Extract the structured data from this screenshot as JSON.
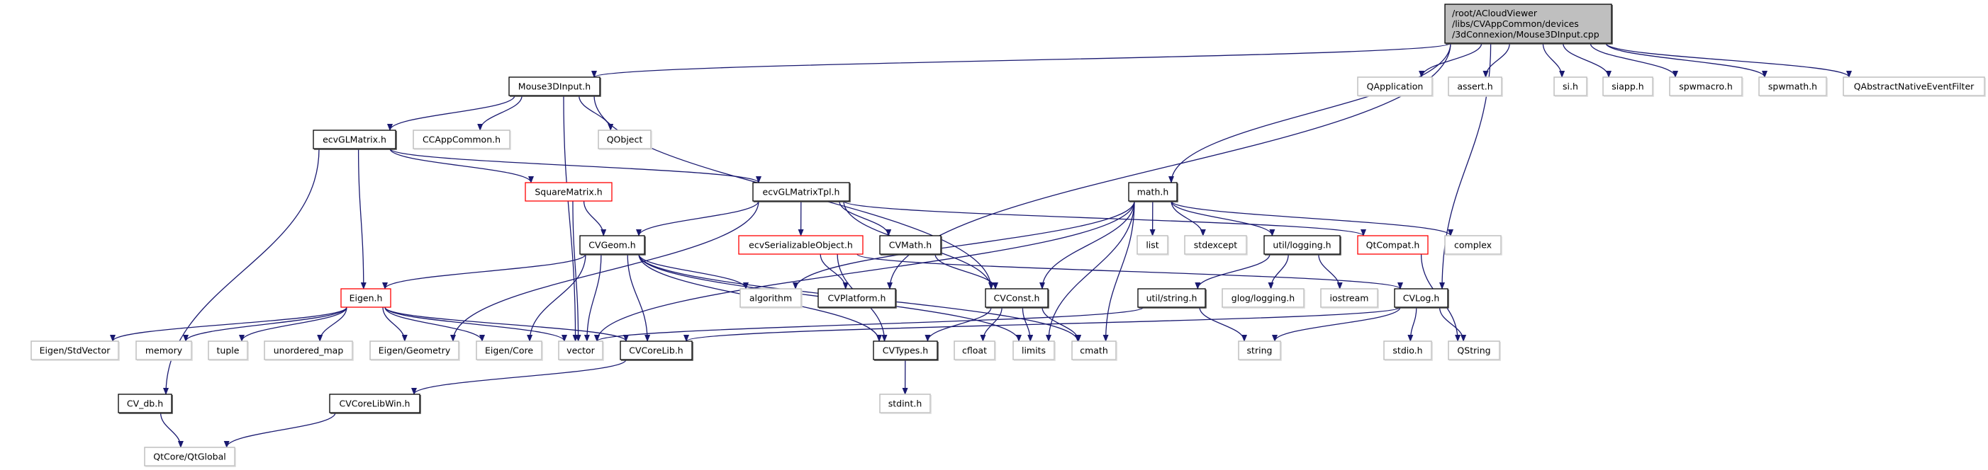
{
  "colors": {
    "edge": "#191970",
    "main_fill": "#bfbfbf",
    "file_border": "#000000",
    "external_border": "#bfbfbf",
    "incomplete_border": "#ff0000"
  },
  "nodes": {
    "main": {
      "lines": [
        "/root/ACloudViewer",
        "/libs/CVAppCommon/devices",
        "/3dConnexion/Mouse3DInput.cpp"
      ],
      "kind": "main"
    },
    "mouse3dinput_h": {
      "label": "Mouse3DInput.h",
      "kind": "file"
    },
    "qapplication": {
      "label": "QApplication",
      "kind": "external"
    },
    "assert_h": {
      "label": "assert.h",
      "kind": "external"
    },
    "si_h": {
      "label": "si.h",
      "kind": "external"
    },
    "siapp_h": {
      "label": "siapp.h",
      "kind": "external"
    },
    "spwmacro_h": {
      "label": "spwmacro.h",
      "kind": "external"
    },
    "spwmath_h": {
      "label": "spwmath.h",
      "kind": "external"
    },
    "qabstractnativeeventfilter": {
      "label": "QAbstractNativeEventFilter",
      "kind": "external"
    },
    "ecvglmatrix_h": {
      "label": "ecvGLMatrix.h",
      "kind": "file"
    },
    "ccappcommon_h": {
      "label": "CCAppCommon.h",
      "kind": "external"
    },
    "qobject": {
      "label": "QObject",
      "kind": "external"
    },
    "squarematrix_h": {
      "label": "SquareMatrix.h",
      "kind": "incomplete"
    },
    "ecvglmatrixtpl_h": {
      "label": "ecvGLMatrixTpl.h",
      "kind": "file"
    },
    "math_h": {
      "label": "math.h",
      "kind": "file"
    },
    "cvgeom_h": {
      "label": "CVGeom.h",
      "kind": "file"
    },
    "ecvserializableobject_h": {
      "label": "ecvSerializableObject.h",
      "kind": "incomplete"
    },
    "cvmath_h": {
      "label": "CVMath.h",
      "kind": "file"
    },
    "list": {
      "label": "list",
      "kind": "external"
    },
    "stdexcept": {
      "label": "stdexcept",
      "kind": "external"
    },
    "util_logging_h": {
      "label": "util/logging.h",
      "kind": "file"
    },
    "qtcompat_h": {
      "label": "QtCompat.h",
      "kind": "incomplete"
    },
    "complex": {
      "label": "complex",
      "kind": "external"
    },
    "eigen_h": {
      "label": "Eigen.h",
      "kind": "incomplete"
    },
    "algorithm": {
      "label": "algorithm",
      "kind": "external"
    },
    "cvplatform_h": {
      "label": "CVPlatform.h",
      "kind": "file"
    },
    "cvconst_h": {
      "label": "CVConst.h",
      "kind": "file"
    },
    "util_string_h": {
      "label": "util/string.h",
      "kind": "file"
    },
    "glog_logging_h": {
      "label": "glog/logging.h",
      "kind": "external"
    },
    "iostream": {
      "label": "iostream",
      "kind": "external"
    },
    "cvlog_h": {
      "label": "CVLog.h",
      "kind": "file"
    },
    "eigen_stdvector": {
      "label": "Eigen/StdVector",
      "kind": "external"
    },
    "memory": {
      "label": "memory",
      "kind": "external"
    },
    "tuple": {
      "label": "tuple",
      "kind": "external"
    },
    "unordered_map": {
      "label": "unordered_map",
      "kind": "external"
    },
    "eigen_geometry": {
      "label": "Eigen/Geometry",
      "kind": "external"
    },
    "eigen_core": {
      "label": "Eigen/Core",
      "kind": "external"
    },
    "vector": {
      "label": "vector",
      "kind": "external"
    },
    "cvcorelib_h": {
      "label": "CVCoreLib.h",
      "kind": "file"
    },
    "cvtypes_h": {
      "label": "CVTypes.h",
      "kind": "file"
    },
    "cfloat": {
      "label": "cfloat",
      "kind": "external"
    },
    "limits": {
      "label": "limits",
      "kind": "external"
    },
    "cmath": {
      "label": "cmath",
      "kind": "external"
    },
    "string": {
      "label": "string",
      "kind": "external"
    },
    "stdio_h": {
      "label": "stdio.h",
      "kind": "external"
    },
    "qstring": {
      "label": "QString",
      "kind": "external"
    },
    "cv_db_h": {
      "label": "CV_db.h",
      "kind": "file"
    },
    "cvcorelibwin_h": {
      "label": "CVCoreLibWin.h",
      "kind": "file"
    },
    "stdint_h": {
      "label": "stdint.h",
      "kind": "external"
    },
    "qtcore_qtglobal": {
      "label": "QtCore/QtGlobal",
      "kind": "external"
    }
  },
  "edges": [
    [
      "main",
      "mouse3dinput_h"
    ],
    [
      "main",
      "cvplatform_h"
    ],
    [
      "main",
      "math_h"
    ],
    [
      "main",
      "qapplication"
    ],
    [
      "main",
      "assert_h"
    ],
    [
      "main",
      "si_h"
    ],
    [
      "main",
      "siapp_h"
    ],
    [
      "main",
      "spwmacro_h"
    ],
    [
      "main",
      "spwmath_h"
    ],
    [
      "main",
      "qabstractnativeeventfilter"
    ],
    [
      "main",
      "cvlog_h"
    ],
    [
      "mouse3dinput_h",
      "ecvglmatrix_h"
    ],
    [
      "mouse3dinput_h",
      "ccappcommon_h"
    ],
    [
      "mouse3dinput_h",
      "qobject"
    ],
    [
      "mouse3dinput_h",
      "vector"
    ],
    [
      "mouse3dinput_h",
      "cvconst_h"
    ],
    [
      "ecvglmatrix_h",
      "cv_db_h"
    ],
    [
      "ecvglmatrix_h",
      "eigen_h"
    ],
    [
      "ecvglmatrix_h",
      "squarematrix_h"
    ],
    [
      "ecvglmatrix_h",
      "ecvglmatrixtpl_h"
    ],
    [
      "squarematrix_h",
      "cvgeom_h"
    ],
    [
      "squarematrix_h",
      "vector"
    ],
    [
      "ecvglmatrixtpl_h",
      "eigen_geometry"
    ],
    [
      "ecvglmatrixtpl_h",
      "cvgeom_h"
    ],
    [
      "ecvglmatrixtpl_h",
      "ecvserializableobject_h"
    ],
    [
      "ecvglmatrixtpl_h",
      "cvmath_h"
    ],
    [
      "ecvglmatrixtpl_h",
      "cvconst_h"
    ],
    [
      "ecvglmatrixtpl_h",
      "qtcompat_h"
    ],
    [
      "cvgeom_h",
      "eigen_h"
    ],
    [
      "cvgeom_h",
      "algorithm"
    ],
    [
      "cvgeom_h",
      "eigen_core"
    ],
    [
      "cvgeom_h",
      "vector"
    ],
    [
      "cvgeom_h",
      "cvcorelib_h"
    ],
    [
      "cvgeom_h",
      "cvtypes_h"
    ],
    [
      "cvgeom_h",
      "limits"
    ],
    [
      "cvgeom_h",
      "cmath"
    ],
    [
      "ecvserializableobject_h",
      "cvplatform_h"
    ],
    [
      "ecvserializableobject_h",
      "cvtypes_h"
    ],
    [
      "ecvserializableobject_h",
      "cvlog_h"
    ],
    [
      "cvmath_h",
      "cvconst_h"
    ],
    [
      "math_h",
      "algorithm"
    ],
    [
      "math_h",
      "vector"
    ],
    [
      "math_h",
      "list"
    ],
    [
      "math_h",
      "stdexcept"
    ],
    [
      "math_h",
      "util_logging_h"
    ],
    [
      "math_h",
      "complex"
    ],
    [
      "math_h",
      "limits"
    ],
    [
      "math_h",
      "cmath"
    ],
    [
      "math_h",
      "cvconst_h"
    ],
    [
      "eigen_h",
      "eigen_stdvector"
    ],
    [
      "eigen_h",
      "memory"
    ],
    [
      "eigen_h",
      "tuple"
    ],
    [
      "eigen_h",
      "unordered_map"
    ],
    [
      "eigen_h",
      "eigen_geometry"
    ],
    [
      "eigen_h",
      "eigen_core"
    ],
    [
      "eigen_h",
      "vector"
    ],
    [
      "eigen_h",
      "cvcorelib_h"
    ],
    [
      "cvconst_h",
      "cvtypes_h"
    ],
    [
      "cvconst_h",
      "cfloat"
    ],
    [
      "cvconst_h",
      "limits"
    ],
    [
      "cvconst_h",
      "cmath"
    ],
    [
      "util_logging_h",
      "util_string_h"
    ],
    [
      "util_logging_h",
      "glog_logging_h"
    ],
    [
      "util_logging_h",
      "iostream"
    ],
    [
      "util_string_h",
      "vector"
    ],
    [
      "util_string_h",
      "string"
    ],
    [
      "cvlog_h",
      "cvcorelib_h"
    ],
    [
      "cvlog_h",
      "string"
    ],
    [
      "cvlog_h",
      "stdio_h"
    ],
    [
      "cvlog_h",
      "qstring"
    ],
    [
      "qtcompat_h",
      "qstring"
    ],
    [
      "cvcorelib_h",
      "cvcorelibwin_h"
    ],
    [
      "cvcorelibwin_h",
      "qtcore_qtglobal"
    ],
    [
      "cv_db_h",
      "qtcore_qtglobal"
    ],
    [
      "cvtypes_h",
      "stdint_h"
    ]
  ]
}
